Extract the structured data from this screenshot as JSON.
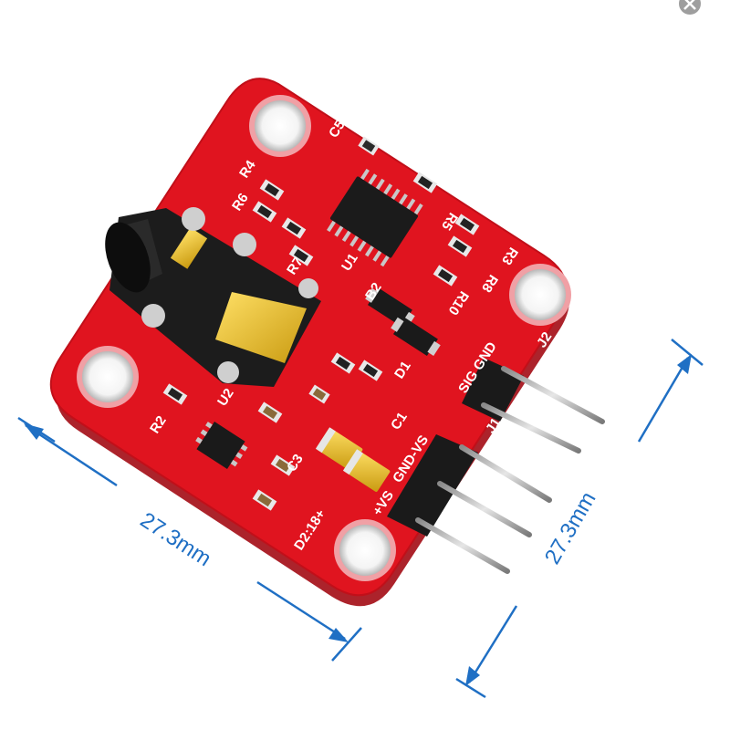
{
  "dimensions": {
    "width_label": "27.3mm",
    "height_label": "27.3mm"
  },
  "board": {
    "labels": {
      "c5": "C5",
      "r4": "R4",
      "r6": "R6",
      "r5": "R5",
      "r3": "R3",
      "r7": "R7",
      "u1": "U1",
      "r8": "R8",
      "r10": "R10",
      "b2": "B2",
      "d1": "D1",
      "u2": "U2",
      "r2": "R2",
      "c1": "C1",
      "c3": "C3",
      "sig_gnd": "SIG GND",
      "j2": "J2",
      "gnd_vs": "GND-VS",
      "j1": "J1",
      "vs": "+VS",
      "d2": "D2:18+"
    }
  },
  "colors": {
    "pcb": "#e0141f",
    "pcb_dark": "#b20d17",
    "dimension_line": "#1f6fc4",
    "pads": "#d9d9d9",
    "header": "#1a1a1a",
    "tantalum": "#f2b707"
  },
  "overlay": {
    "close_icon": "close-icon"
  }
}
